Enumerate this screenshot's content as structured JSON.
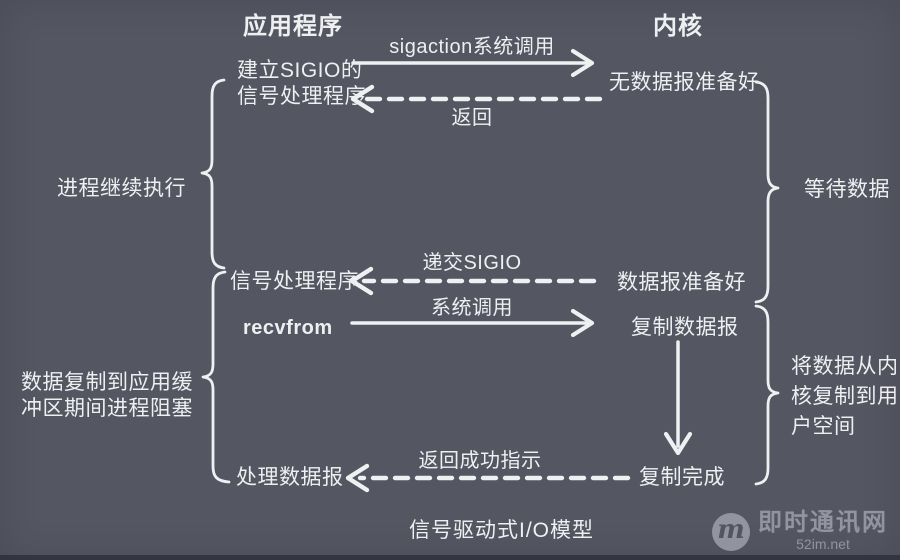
{
  "colors": {
    "background": "#545662",
    "ink": "#edeff1",
    "watermark_gray": "#9da0ab"
  },
  "columns": {
    "app_header": "应用程序",
    "kernel_header": "内核"
  },
  "app_side": {
    "establish_line1": "建立SIGIO的",
    "establish_line2": "信号处理程序",
    "signal_handler": "信号处理程序",
    "recvfrom": "recvfrom",
    "process_datagram": "处理数据报"
  },
  "kernel_side": {
    "no_datagram_ready": "无数据报准备好",
    "datagram_ready": "数据报准备好",
    "copy_datagram": "复制数据报",
    "copy_complete": "复制完成"
  },
  "arrows": {
    "sigaction_call": "sigaction系统调用",
    "return_label": "返回",
    "deliver_sigio": "递交SIGIO",
    "system_call": "系统调用",
    "return_success": "返回成功指示"
  },
  "braces": {
    "process_continues": "进程继续执行",
    "copy_block_line1": "数据复制到应用缓",
    "copy_block_line2": "冲区期间进程阻塞",
    "wait_for_data": "等待数据",
    "kernel_copy_line1": "将数据从内",
    "kernel_copy_line2": "核复制到用",
    "kernel_copy_line3": "户空间"
  },
  "caption": "信号驱动式I/O模型",
  "watermark": {
    "logo_letter": "m",
    "site_name": "即时通讯网",
    "site_url": "52im.net"
  }
}
